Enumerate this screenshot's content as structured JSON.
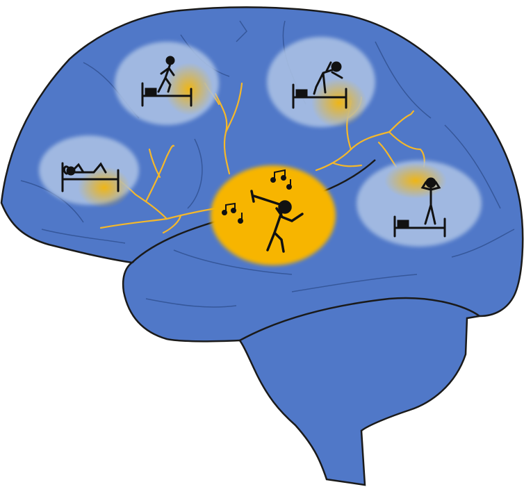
{
  "colors": {
    "brain": "#5078c8",
    "outline": "#1a1a1a",
    "bubble": "#a9c0e4",
    "glow": "#f7b500",
    "nerve": "#f5b82a"
  },
  "icons": [
    "brain",
    "music-note-icon",
    "trumpet-player-figure",
    "bed-figure"
  ]
}
